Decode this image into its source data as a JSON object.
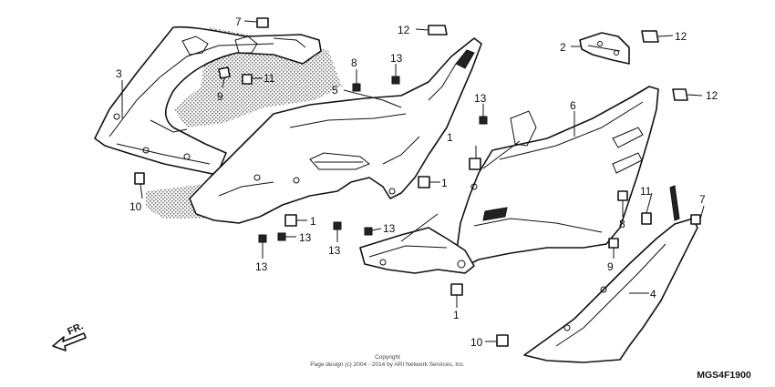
{
  "callouts": {
    "c1": "7",
    "c2": "12",
    "c3": "2",
    "c4": "12",
    "c5": "3",
    "c6": "11",
    "c7": "9",
    "c8": "8",
    "c9": "13",
    "c10": "5",
    "c11": "12",
    "c12": "13",
    "c13": "6",
    "c14": "1",
    "c15": "1",
    "c16": "10",
    "c17": "1",
    "c18": "13",
    "c19": "13",
    "c20": "13",
    "c21": "13",
    "c22": "11",
    "c23": "7",
    "c24": "8",
    "c25": "9",
    "c26": "4",
    "c27": "1",
    "c28": "10"
  },
  "direction_label": "FR.",
  "copyright_line1": "Copyright",
  "copyright_line2": "Page design (c) 2004 - 2014 by ARI Network Services, Inc.",
  "diagram_code": "MGS4F1900"
}
